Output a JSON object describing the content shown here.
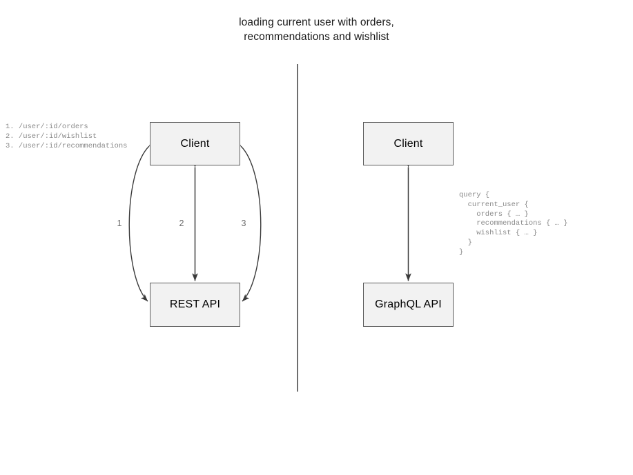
{
  "diagram": {
    "title": "loading current user with orders,\nrecommendations and wishlist",
    "divider": {
      "name": "vertical-section-divider"
    },
    "rest_side": {
      "client_label": "Client",
      "api_label": "REST API",
      "endpoints_note": "1. /user/:id/orders\n2. /user/:id/wishlist\n3. /user/:id/recommendations",
      "endpoints": [
        {
          "number": "1",
          "path": "/user/:id/orders"
        },
        {
          "number": "2",
          "path": "/user/:id/wishlist"
        },
        {
          "number": "3",
          "path": "/user/:id/recommendations"
        }
      ],
      "edge_labels": [
        "1",
        "2",
        "3"
      ]
    },
    "graphql_side": {
      "client_label": "Client",
      "api_label": "GraphQL API",
      "query_note": "query {\n  current_user {\n    orders { … }\n    recommendations { … }\n    wishlist { … }\n  }\n}"
    },
    "colors": {
      "box_fill": "#f2f2f2",
      "box_border": "#5b5b5b",
      "connector": "#3a3a3a",
      "divider": "#6e6e6e",
      "note_text": "#8a8a8a",
      "edge_label_text": "#6a6a6a",
      "title_text": "#1a1a1a",
      "background": "#ffffff"
    }
  }
}
